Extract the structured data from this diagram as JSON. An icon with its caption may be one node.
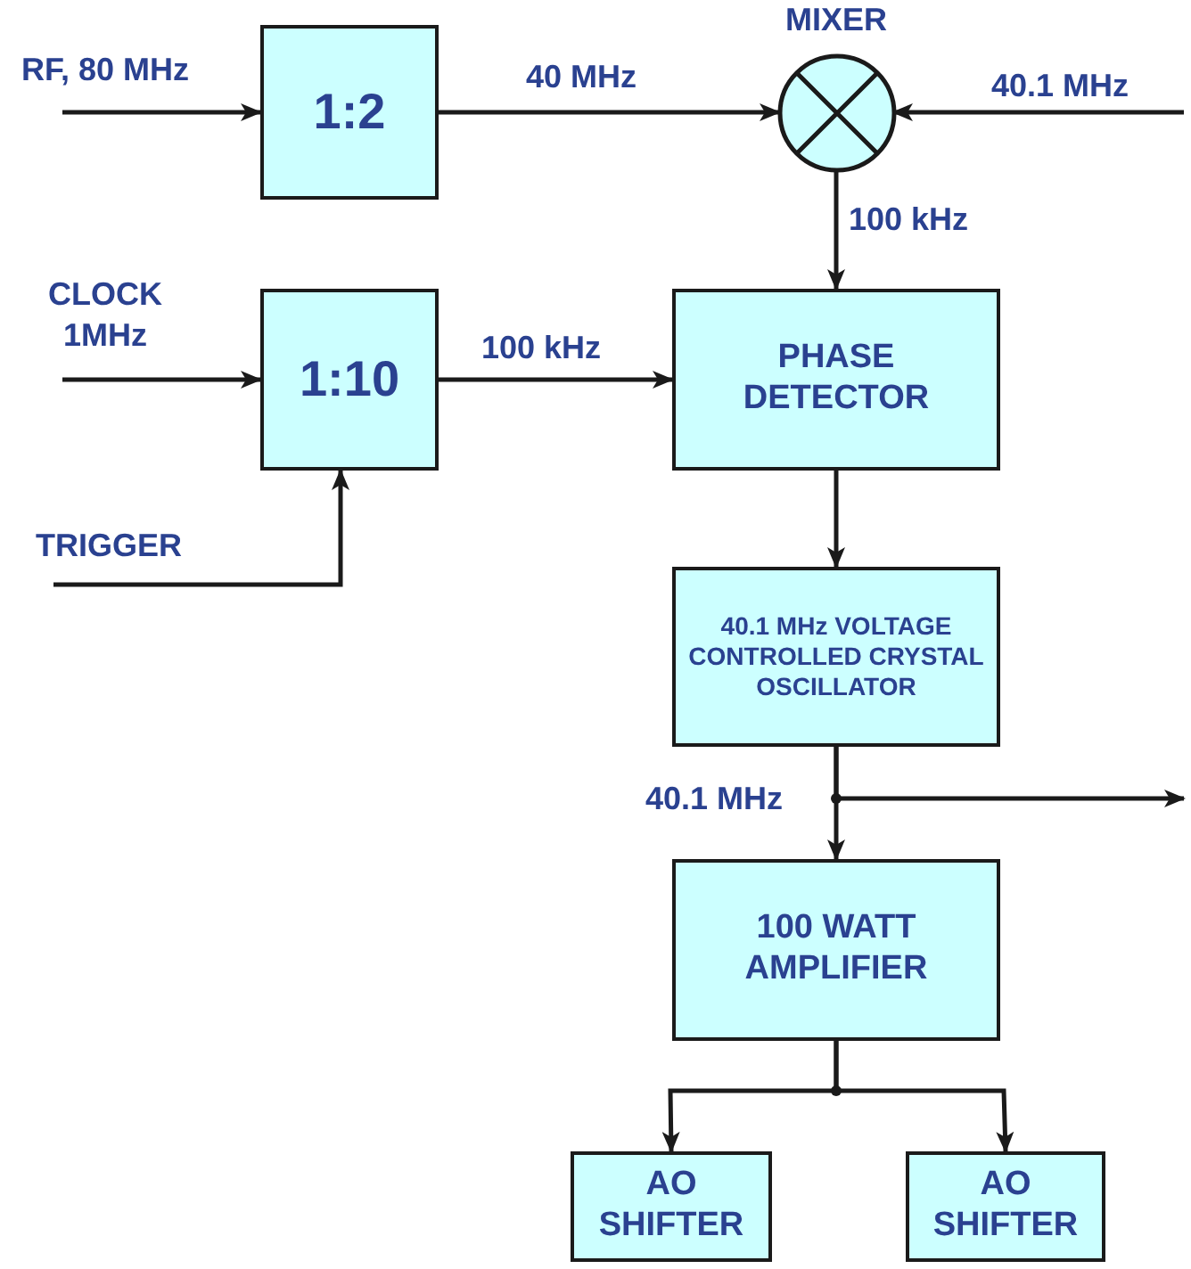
{
  "diagram": {
    "nodes": [
      {
        "text": [
          "1:2"
        ]
      },
      {
        "text": [
          "MIXER"
        ]
      },
      {
        "text": [
          "1:10"
        ]
      },
      {
        "text": [
          "PHASE DETECTOR"
        ]
      },
      {
        "text": [
          "40.1 MHz VOLTAGE CONTROLLED CRYSTAL OSCILLATOR"
        ]
      },
      {
        "text": [
          "100 WATT AMPLIFIER"
        ]
      },
      {
        "text": [
          "AO SHIFTER"
        ]
      },
      {
        "text": [
          "AO SHIFTER"
        ]
      }
    ],
    "edges": [
      {
        "from": null,
        "to": 0,
        "arrow": "to",
        "label": "RF, 80 MHz"
      },
      {
        "from": 0,
        "to": 1,
        "arrow": "to",
        "label": "40 MHz"
      },
      {
        "from": null,
        "to": 1,
        "arrow": "to",
        "label": "40.1 MHz"
      },
      {
        "from": 1,
        "to": 3,
        "arrow": "to",
        "label": "100 kHz"
      },
      {
        "from": null,
        "to": 2,
        "arrow": "to",
        "label": "CLOCK 1MHz"
      },
      {
        "from": 2,
        "to": 3,
        "arrow": "to",
        "label": "100 kHz"
      },
      {
        "from": null,
        "to": 2,
        "arrow": "to",
        "label": "TRIGGER"
      },
      {
        "from": 3,
        "to": 4,
        "arrow": "to"
      },
      {
        "from": 4,
        "to": 5,
        "arrow": "to",
        "label": "40.1 MHz"
      },
      {
        "from": 4,
        "to": null,
        "arrow": "to"
      },
      {
        "from": 5,
        "to": 6,
        "arrow": "to"
      },
      {
        "from": 5,
        "to": 7,
        "arrow": "to"
      }
    ]
  }
}
